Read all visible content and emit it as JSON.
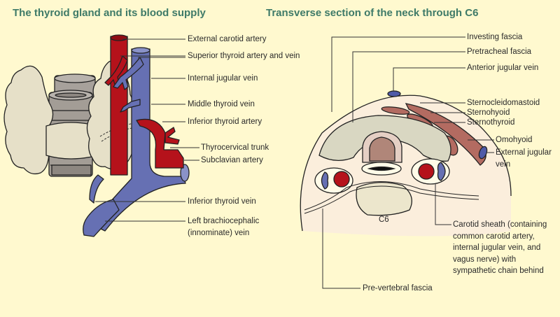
{
  "left_panel": {
    "title": "The thyroid gland and its blood supply",
    "labels": {
      "external_carotid": "External carotid artery",
      "superior_thyroid": "Superior thyroid artery and vein",
      "internal_jugular": "Internal jugular vein",
      "middle_thyroid_vein": "Middle thyroid vein",
      "inferior_thyroid_artery": "Inferior thyroid artery",
      "thyrocervical_trunk": "Thyrocervical trunk",
      "subclavian_artery": "Subclavian artery",
      "inferior_thyroid_vein": "Inferior thyroid vein",
      "left_brachiocephalic_1": "Left brachiocephalic",
      "left_brachiocephalic_2": "(innominate) vein"
    }
  },
  "right_panel": {
    "title": "Transverse section of the neck through C6",
    "labels": {
      "investing_fascia": "Investing fascia",
      "pretracheal_fascia": "Pretracheal fascia",
      "anterior_jugular": "Anterior jugular vein",
      "sternocleidomastoid": "Sternocleidomastoid",
      "sternohyoid": "Sternohyoid",
      "sternothyroid": "Sternothyroid",
      "omohyoid": "Omohyoid",
      "external_jugular_1": "External jugular",
      "external_jugular_2": "vein",
      "c6": "C6",
      "carotid_sheath_1": "Carotid sheath (containing",
      "carotid_sheath_2": "common carotid artery,",
      "carotid_sheath_3": "internal jugular vein, and",
      "carotid_sheath_4": "vagus nerve) with",
      "carotid_sheath_5": "sympathetic chain behind",
      "prevertebral_fascia": "Pre-vertebral fascia"
    }
  },
  "colors": {
    "background": "#fff9cf",
    "title": "#3e7a68",
    "artery": "#b5121b",
    "vein": "#6670b3",
    "thyroid": "#e6e0c8",
    "muscle": "#b36b61",
    "cartilage": "#a59f98",
    "section_fill": "#fbeedc"
  }
}
